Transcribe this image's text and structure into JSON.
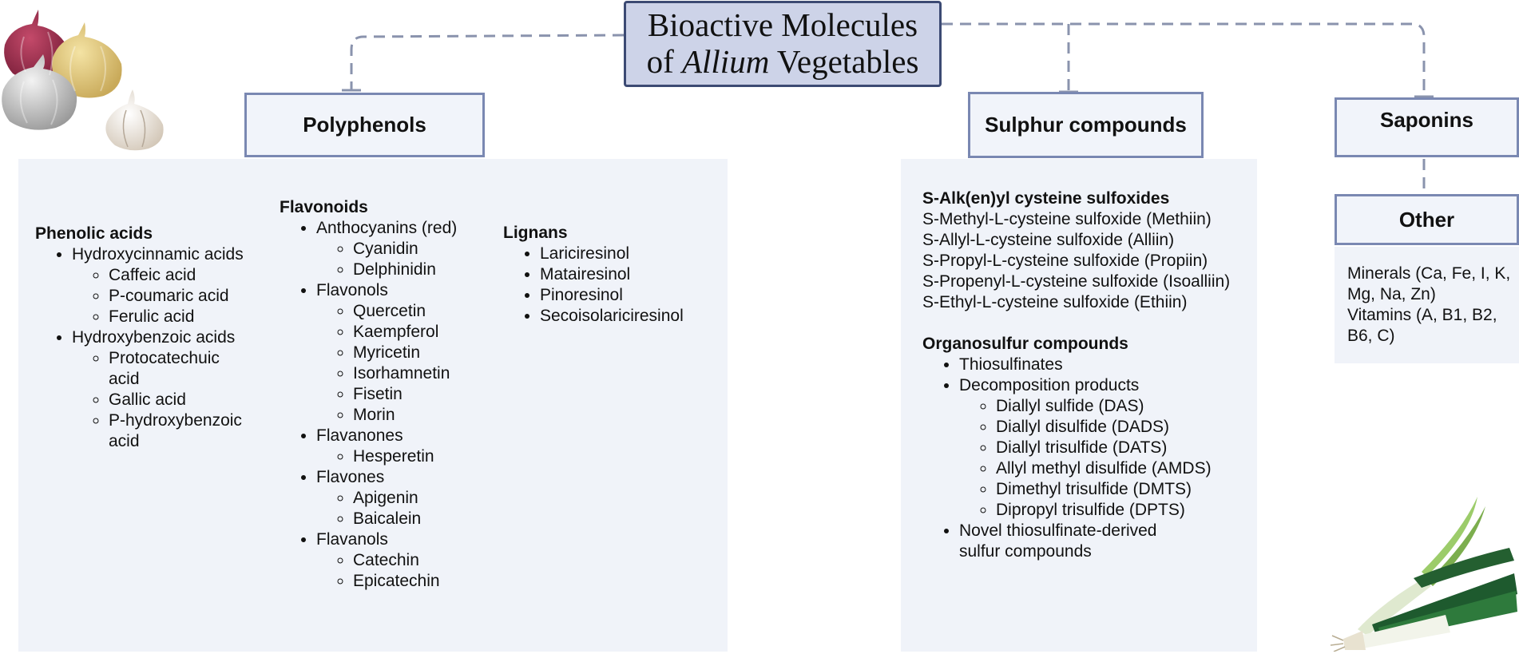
{
  "title": {
    "line1": "Bioactive Molecules",
    "line2_pre": "of ",
    "line2_italic": "Allium",
    "line2_post": " Vegetables"
  },
  "categories": {
    "polyphenols": "Polyphenols",
    "sulphur": "Sulphur compounds",
    "saponins": "Saponins",
    "other": "Other"
  },
  "polyphenols": {
    "phenolic_acids": {
      "heading": "Phenolic acids",
      "groups": [
        {
          "label": "Hydroxycinnamic acids",
          "items": [
            "Caffeic acid",
            "P-coumaric acid",
            "Ferulic acid"
          ]
        },
        {
          "label": "Hydroxybenzoic acids",
          "items": [
            "Protocatechuic acid",
            "Gallic acid",
            "P-hydroxybenzoic acid"
          ]
        }
      ]
    },
    "flavonoids": {
      "heading": "Flavonoids",
      "groups": [
        {
          "label": "Anthocyanins (red)",
          "items": [
            "Cyanidin",
            "Delphinidin"
          ]
        },
        {
          "label": "Flavonols",
          "items": [
            "Quercetin",
            "Kaempferol",
            "Myricetin",
            "Isorhamnetin",
            "Fisetin",
            "Morin"
          ]
        },
        {
          "label": "Flavanones",
          "items": [
            "Hesperetin"
          ]
        },
        {
          "label": "Flavones",
          "items": [
            "Apigenin",
            "Baicalein"
          ]
        },
        {
          "label": "Flavanols",
          "items": [
            "Catechin",
            "Epicatechin"
          ]
        }
      ]
    },
    "lignans": {
      "heading": "Lignans",
      "items": [
        "Lariciresinol",
        "Matairesinol",
        "Pinoresinol",
        "Secoisolariciresinol"
      ]
    }
  },
  "sulphur": {
    "sulfoxides": {
      "heading": "S-Alk(en)yl cysteine sulfoxides",
      "lines": [
        "S-Methyl-L-cysteine sulfoxide (Methiin)",
        "S-Allyl-L-cysteine sulfoxide (Alliin)",
        "S-Propyl-L-cysteine sulfoxide (Propiin)",
        "S-Propenyl-L-cysteine sulfoxide (Isoalliin)",
        "S-Ethyl-L-cysteine sulfoxide (Ethiin)"
      ]
    },
    "organosulfur": {
      "heading": "Organosulfur compounds",
      "item1": "Thiosulfinates",
      "item2": "Decomposition products",
      "products": [
        "Diallyl sulfide (DAS)",
        "Diallyl disulfide (DADS)",
        "Diallyl trisulfide (DATS)",
        "Allyl methyl disulfide (AMDS)",
        "Dimethyl trisulfide (DMTS)",
        "Dipropyl trisulfide (DPTS)"
      ],
      "item3": "Novel thiosulfinate-derived sulfur compounds"
    }
  },
  "other": {
    "minerals": "Minerals (Ca, Fe, I, K, Mg, Na, Zn)",
    "vitamins": "Vitamins (A, B1, B2, B6, C)"
  },
  "colors": {
    "title_fill": "#cdd3e8",
    "title_border": "#3c4a73",
    "box_border": "#7a88b2",
    "panel_fill": "#f0f3f9",
    "connector": "#8a93ad"
  },
  "icons": [
    "onion-garlic-illustration",
    "leek-illustration"
  ]
}
